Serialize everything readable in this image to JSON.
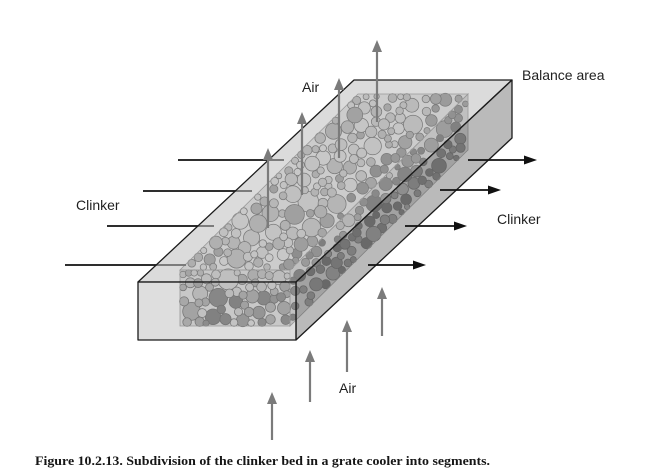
{
  "figure": {
    "caption": "Figure 10.2.13. Subdivision of the clinker bed in a grate cooler into segments."
  },
  "labels": {
    "air_out": "Air",
    "air_in": "Air",
    "clinker_in": "Clinker",
    "clinker_out": "Clinker",
    "balance_area": "Balance area"
  }
}
